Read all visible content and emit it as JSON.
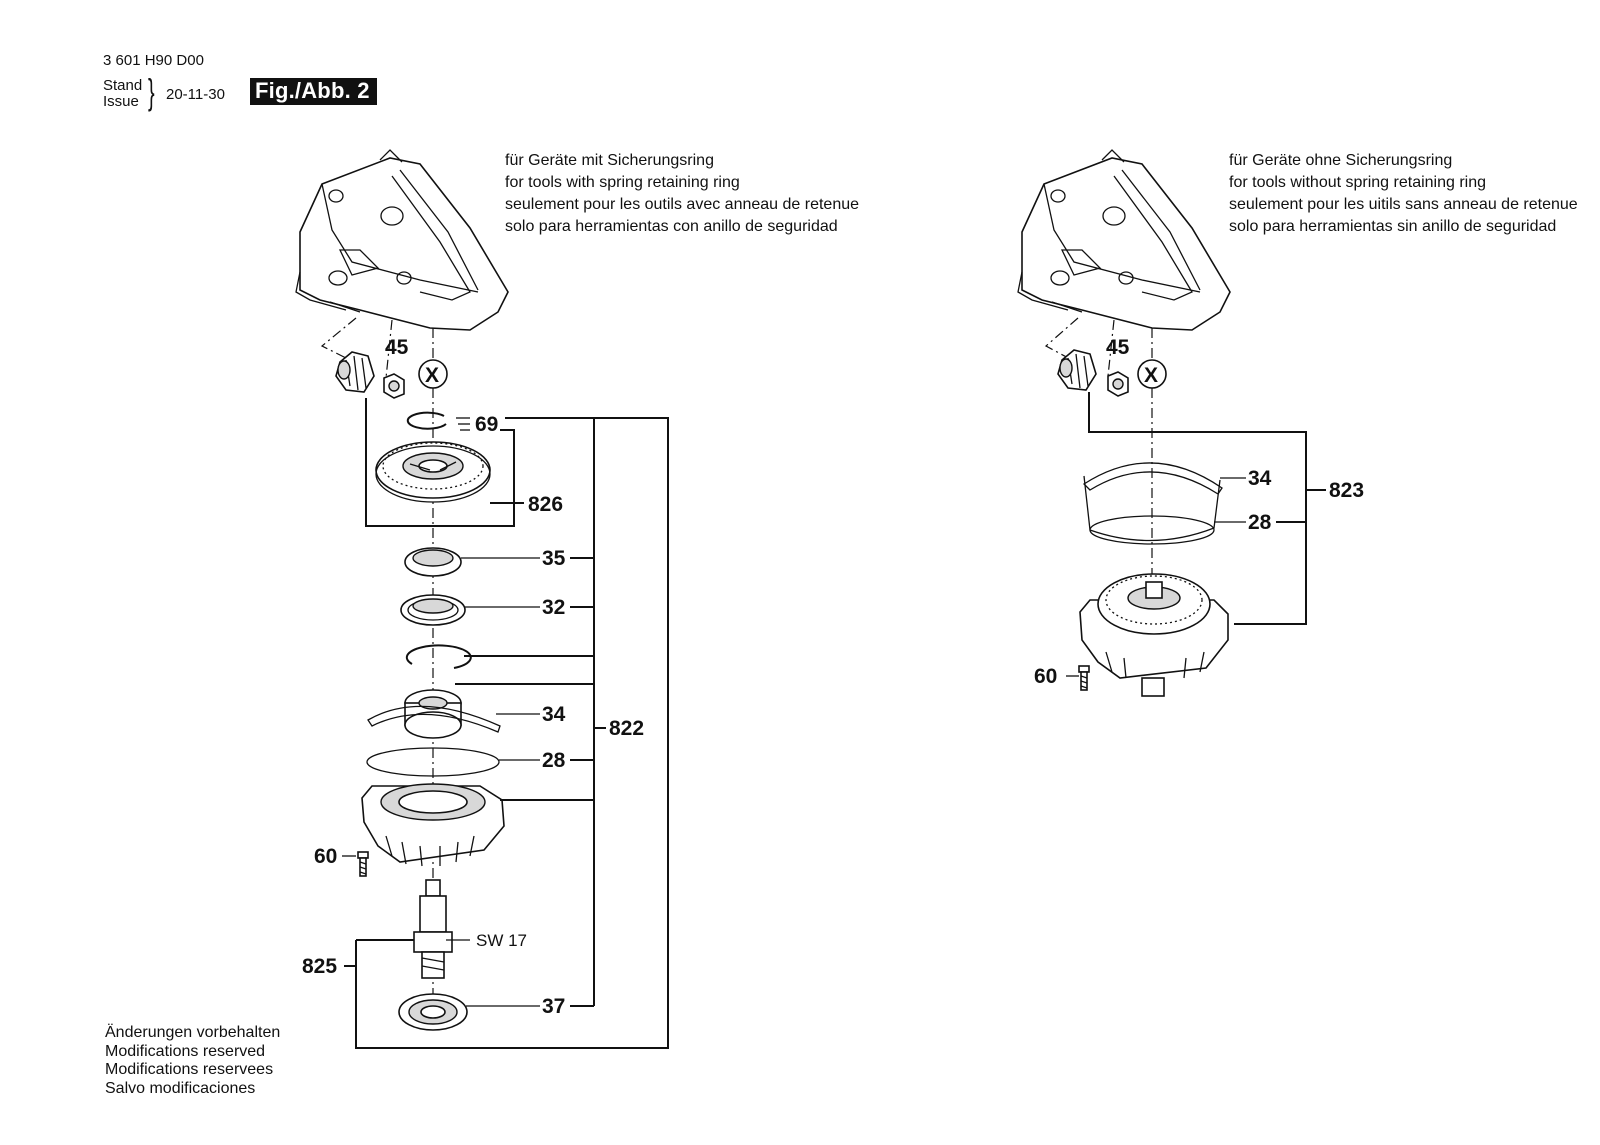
{
  "header": {
    "doc_number": "3 601 H90 D00",
    "stand_label": "Stand",
    "issue_label": "Issue",
    "date": "20-11-30",
    "figure_badge": "Fig./Abb. 2"
  },
  "notes": {
    "left": [
      "für Geräte mit Sicherungsring",
      "for tools with spring retaining ring",
      "seulement pour les outils avec anneau de retenue",
      "solo para herramientas con anillo de seguridad"
    ],
    "right": [
      "für Geräte ohne Sicherungsring",
      "for tools without spring retaining ring",
      "seulement pour les uitils sans anneau de retenue",
      "solo para herramientas sin anillo de seguridad"
    ]
  },
  "footer": [
    "Änderungen vorbehalten",
    "Modifications reserved",
    "Modifications reservees",
    "Salvo modificaciones"
  ],
  "labels_left": {
    "p45": "45",
    "px": "X",
    "p69": "69",
    "p826": "826",
    "p35": "35",
    "p32": "32",
    "p34": "34",
    "p822": "822",
    "p28": "28",
    "p60": "60",
    "sw": "SW 17",
    "p825": "825",
    "p37": "37"
  },
  "labels_right": {
    "p45": "45",
    "px": "X",
    "p34": "34",
    "p823": "823",
    "p28": "28",
    "p60": "60"
  }
}
